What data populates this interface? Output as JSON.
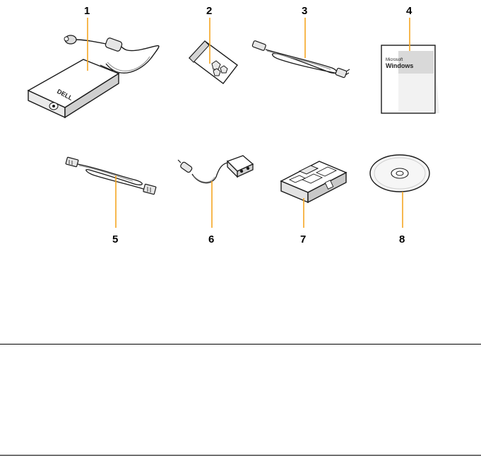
{
  "callouts": {
    "c1": "1",
    "c2": "2",
    "c3": "3",
    "c4": "4",
    "c5": "5",
    "c6": "6",
    "c7": "7",
    "c8": "8"
  },
  "adapter_logo": "DELL",
  "book": {
    "line1": "Microsoft",
    "line2": "Windows"
  },
  "colors": {
    "callout_line": "#f5a623",
    "outline": "#1a1a1a",
    "shade": "#bdbdbd",
    "light_shade": "#d9d9d9"
  }
}
